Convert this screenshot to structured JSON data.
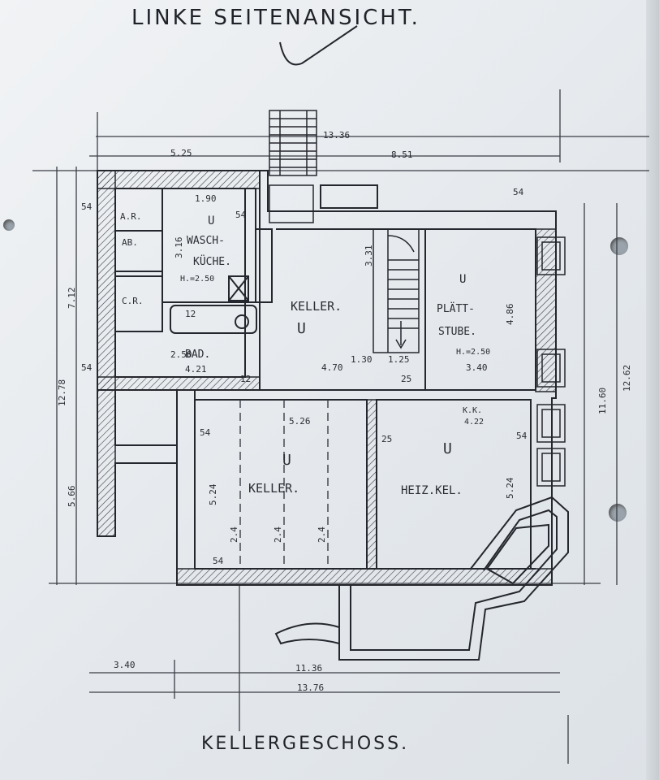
{
  "drawing": {
    "header": "LINKE SEITENANSICHT.",
    "footer": "KELLERGESCHOSS.",
    "ink_color": "#24272d",
    "paper_color": "#eceff2"
  },
  "dimensions": {
    "top_total": "13.36",
    "top_left": "5.25",
    "top_right": "8.51",
    "left_height": "12.78",
    "left_upper": "7.12",
    "left_lower": "5.66",
    "right_outer": "12.62",
    "right_inner": "11.60",
    "bottom_inner": "11.36",
    "bottom_total": "13.76",
    "bottom_left": "3.40",
    "wall_54_a": "54",
    "wall_54_b": "54",
    "wall_54_c": "54",
    "wall_54_d": "54",
    "wall_54_e": "54",
    "wall_54_f": "54",
    "wall_54_g": "54",
    "wall_12_a": "12",
    "wall_12_b": "12",
    "wall_25_a": "25",
    "wall_25_b": "25",
    "stair_w": "3.31",
    "stair_step": "1.30",
    "width_125": "1.25",
    "wash_w": "1.90",
    "wash_h": "3.16",
    "keller_main_w": "4.70",
    "keller_lower_w": "5.26",
    "keller_lower_h": "5.24",
    "keller_div_1": "2.4",
    "keller_div_2": "2.4",
    "keller_div_3": "2.4",
    "heiz_h": "5.24",
    "platt_h": "4.86",
    "platt_w": "3.40",
    "bad_w": "4.21",
    "bad_h": "2.50"
  },
  "rooms": {
    "ar": "A.R.",
    "ab": "AB.",
    "cr": "C.R.",
    "wasch_line1": "WASCH-",
    "wasch_line2": "KÜCHE.",
    "wasch_height": "H.=2.50",
    "bad": "BAD.",
    "keller_main": "KELLER.",
    "platt_line1": "PLÄTT-",
    "platt_line2": "STUBE.",
    "platt_height": "H.=2.50",
    "keller_lower": "KELLER.",
    "heiz": "HEIZ.KEL.",
    "kk": "K.K.",
    "kk_size": "4.22",
    "mark_u1": "U",
    "mark_u2": "U",
    "mark_u3": "U",
    "mark_u4": "U",
    "mark_u5": "U"
  }
}
